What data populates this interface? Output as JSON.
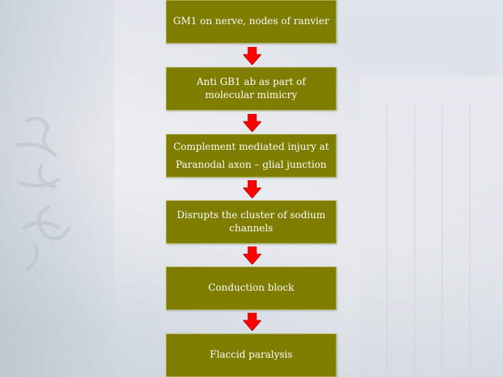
{
  "flowchart": {
    "steps": [
      {
        "label": "GM1 on nerve, nodes of ranvier"
      },
      {
        "label": "Anti GB1 ab as part of molecular mimicry"
      },
      {
        "line1": "Complement mediated injury at",
        "line2": "Paranodal axon – glial junction"
      },
      {
        "label": "Disrupts the cluster of sodium channels"
      },
      {
        "label": "Conduction block"
      },
      {
        "label": "Flaccid paralysis"
      }
    ],
    "colors": {
      "box_fill": "#7f7d00",
      "box_text": "#ffffff",
      "arrow_fill": "#ff0000",
      "background": "#d7dde3"
    }
  }
}
